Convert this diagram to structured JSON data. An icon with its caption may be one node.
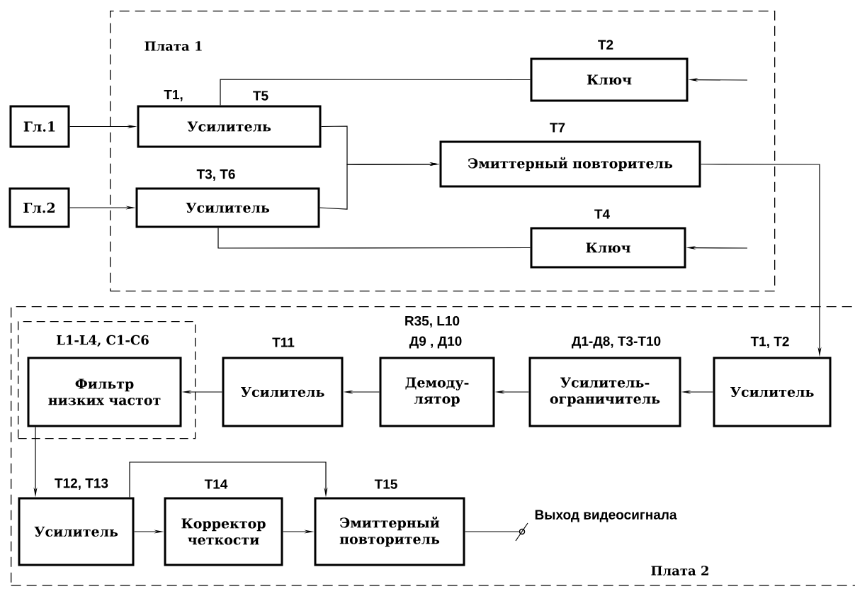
{
  "diagram": {
    "nodes": [
      {
        "text": [
          "Плата 1"
        ]
      },
      {
        "text": [
          "Гл.1"
        ]
      },
      {
        "text": [
          "Гл.2"
        ]
      },
      {
        "text": [
          "Усилитель"
        ],
        "beside": [
          "T1,",
          "T5"
        ],
        "in": 0
      },
      {
        "text": [
          "Усилитель"
        ],
        "beside": [
          "T3, T6"
        ],
        "in": 0
      },
      {
        "text": [
          "Ключ"
        ],
        "beside": [
          "T2"
        ],
        "in": 0
      },
      {
        "text": [
          "Эмиттерный повторитель"
        ],
        "beside": [
          "T7"
        ],
        "in": 0
      },
      {
        "text": [
          "Ключ"
        ],
        "beside": [
          "T4"
        ],
        "in": 0
      },
      {
        "text": [
          "Плата 2"
        ]
      },
      {
        "text": [
          "L1-L4, C1-C6"
        ],
        "in": 8
      },
      {
        "text": [
          "Фильтр низких частот"
        ],
        "in": 9
      },
      {
        "text": [
          "Усилитель"
        ],
        "beside": [
          "T11"
        ],
        "in": 8
      },
      {
        "text": [
          "Демоду- лятор"
        ],
        "beside": [
          "R35, L10",
          "Д9 , Д10"
        ],
        "in": 8
      },
      {
        "text": [
          "Усилитель-ограничитель"
        ],
        "beside": [
          "Д1-Д8, T3-T10"
        ],
        "in": 8
      },
      {
        "text": [
          "Усилитель"
        ],
        "beside": [
          "T1, T2"
        ],
        "in": 8
      },
      {
        "text": [
          "Усилитель"
        ],
        "beside": [
          "T12, T13"
        ],
        "in": 8
      },
      {
        "text": [
          "Корректор четкости"
        ],
        "beside": [
          "T14"
        ],
        "in": 8
      },
      {
        "text": [
          "Эмиттерный повторитель"
        ],
        "beside": [
          "T15"
        ],
        "in": 8
      },
      {
        "text": [],
        "shape": "circle",
        "beside": [
          "Выход видеосигнала"
        ],
        "in": 8
      }
    ],
    "edges": [
      {
        "from": 1,
        "to": 3,
        "arrow": "to"
      },
      {
        "from": 2,
        "to": 4,
        "arrow": "to"
      },
      {
        "from": 3,
        "to": 6,
        "arrow": "to"
      },
      {
        "from": 4,
        "to": 6,
        "arrow": "to"
      },
      {
        "from": 3,
        "to": 5,
        "arrow": "none"
      },
      {
        "from": 4,
        "to": 7,
        "arrow": "none"
      },
      {
        "from": null,
        "to": 5,
        "arrow": "to"
      },
      {
        "from": null,
        "to": 7,
        "arrow": "to"
      },
      {
        "from": 6,
        "to": 14,
        "arrow": "to"
      },
      {
        "from": 14,
        "to": 13,
        "arrow": "to"
      },
      {
        "from": 13,
        "to": 12,
        "arrow": "to"
      },
      {
        "from": 12,
        "to": 11,
        "arrow": "to"
      },
      {
        "from": 11,
        "to": 10,
        "arrow": "to"
      },
      {
        "from": 10,
        "to": 15,
        "arrow": "to"
      },
      {
        "from": 15,
        "to": 16,
        "arrow": "to"
      },
      {
        "from": 16,
        "to": 17,
        "arrow": "to"
      },
      {
        "from": 15,
        "to": 17,
        "arrow": "to"
      },
      {
        "from": 17,
        "to": 18,
        "arrow": "none"
      }
    ]
  }
}
